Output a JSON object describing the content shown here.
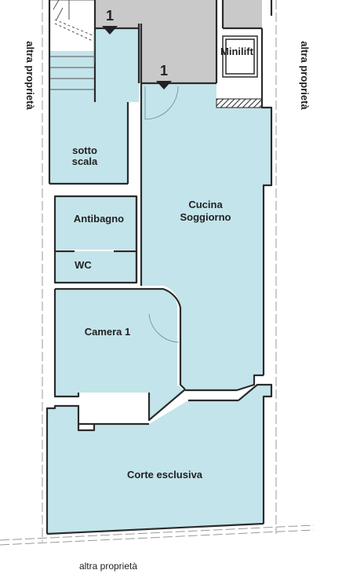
{
  "rooms": {
    "sotto_scala_line1": "sotto",
    "sotto_scala_line2": "scala",
    "antibagno": "Antibagno",
    "wc": "WC",
    "cucina_line1": "Cucina",
    "cucina_line2": "Soggiorno",
    "camera": "Camera 1",
    "corte": "Corte esclusiva",
    "minilift": "Minilift"
  },
  "neighbors": {
    "left": "altra proprietà",
    "right": "altra proprietà",
    "bottom": "altra proprietà"
  },
  "level_markers": [
    "1",
    "1"
  ],
  "colors": {
    "room_fill": "#c3e4ea",
    "common_fill": "#c9c9c9",
    "wall": "#2b2b2b",
    "hatch": "#3a3a3a"
  }
}
